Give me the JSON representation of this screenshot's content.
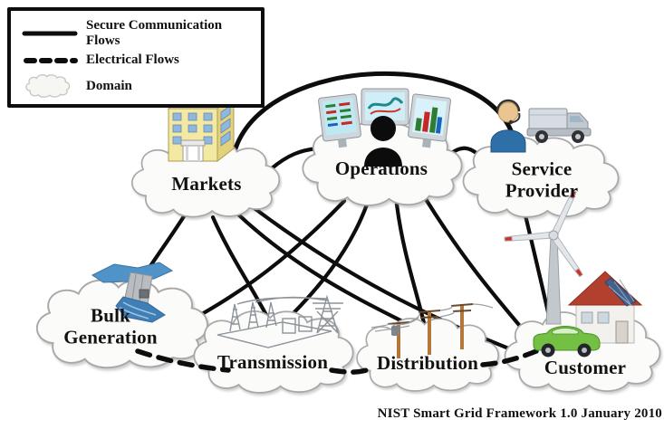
{
  "title": "NIST Smart Grid Conceptual Model Diagram",
  "legend": {
    "items": [
      {
        "id": "secure-communication-flows",
        "symbol": "solid-line",
        "label": "Secure Communication Flows"
      },
      {
        "id": "electrical-flows",
        "symbol": "dashed-line",
        "label": "Electrical Flows"
      },
      {
        "id": "domain",
        "symbol": "cloud-shape",
        "label": "Domain"
      }
    ]
  },
  "domains": [
    {
      "id": "markets",
      "label": "Markets",
      "icon": "office-building-icon"
    },
    {
      "id": "operations",
      "label": "Operations",
      "icon": "control-room-monitors-icon"
    },
    {
      "id": "service-provider",
      "label": "Service Provider",
      "icon": "support-agent-and-truck-icon"
    },
    {
      "id": "bulk-generation",
      "label": "Bulk Generation",
      "icon": "hydroelectric-dam-icon"
    },
    {
      "id": "transmission",
      "label": "Transmission",
      "icon": "substation-and-towers-icon"
    },
    {
      "id": "distribution",
      "label": "Distribution",
      "icon": "utility-poles-icon"
    },
    {
      "id": "customer",
      "label": "Customer",
      "icon": "house-solar-wind-ev-icon"
    }
  ],
  "connections": {
    "secure_communication": [
      [
        "Markets",
        "Operations"
      ],
      [
        "Operations",
        "Service Provider"
      ],
      [
        "Markets",
        "Service Provider"
      ],
      [
        "Markets",
        "Bulk Generation"
      ],
      [
        "Markets",
        "Transmission"
      ],
      [
        "Markets",
        "Distribution"
      ],
      [
        "Markets",
        "Customer"
      ],
      [
        "Operations",
        "Bulk Generation"
      ],
      [
        "Operations",
        "Transmission"
      ],
      [
        "Operations",
        "Distribution"
      ],
      [
        "Operations",
        "Customer"
      ],
      [
        "Service Provider",
        "Customer"
      ]
    ],
    "electrical": [
      [
        "Bulk Generation",
        "Transmission"
      ],
      [
        "Transmission",
        "Distribution"
      ],
      [
        "Distribution",
        "Customer"
      ]
    ]
  },
  "caption": "NIST Smart Grid Framework 1.0 January 2010",
  "colors": {
    "line": "#0d0d0d",
    "cloud_fill": "#fbfbfa",
    "cloud_stroke": "#a8a8a8",
    "background": "#ffffff"
  }
}
